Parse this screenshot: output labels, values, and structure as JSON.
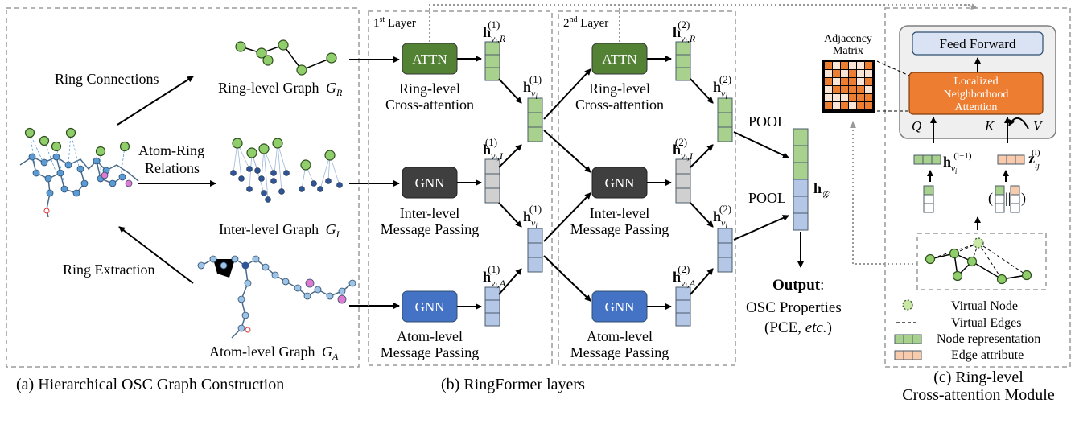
{
  "panel_a": {
    "caption": "(a) Hierarchical OSC Graph Construction",
    "arrow_ring_connections": "Ring Connections",
    "arrow_atom_ring_1": "Atom-Ring",
    "arrow_atom_ring_2": "Relations",
    "arrow_ring_extraction": "Ring Extraction",
    "ring_graph_label": "Ring-level Graph",
    "ring_graph_symbol": "G",
    "ring_graph_sub": "R",
    "inter_graph_label": "Inter-level Graph",
    "inter_graph_symbol": "G",
    "inter_graph_sub": "I",
    "atom_graph_label": "Atom-level Graph",
    "atom_graph_symbol": "G",
    "atom_graph_sub": "A"
  },
  "panel_b": {
    "caption": "(b) RingFormer layers",
    "layer1_prefix": "1",
    "layer1_sup": "st",
    "layer1_suffix": " Layer",
    "layer2_prefix": "2",
    "layer2_sup": "nd",
    "layer2_suffix": " Layer",
    "attn_label": "ATTN",
    "gnn_label": "GNN",
    "ring_cross_1": "Ring-level",
    "ring_cross_2": "Cross-attention",
    "inter_mp_1": "Inter-level",
    "inter_mp_2": "Message Passing",
    "atom_mp_1": "Atom-level",
    "atom_mp_2": "Message Passing",
    "h_bold": "h",
    "v_sym": "v",
    "i_sym": "i",
    "sub_R": "R",
    "sub_I": "I",
    "sub_A": "A",
    "sup_1": "(1)",
    "sup_2": "(2)",
    "pool_label": "POOL",
    "h_graph_sub": "𝒢",
    "output_bold": "Output",
    "output_colon": ":",
    "output_line2": "OSC Properties",
    "output_line3_a": "(PCE, ",
    "output_line3_b": "etc.",
    "output_line3_c": ")"
  },
  "panel_c": {
    "caption_1": "(c) Ring-level",
    "caption_2": "Cross-attention Module",
    "adjacency_1": "Adjacency",
    "adjacency_2": "Matrix",
    "feed_forward": "Feed Forward",
    "lna_1": "Localized",
    "lna_2": "Neighborhood",
    "lna_3": "Attention",
    "q_label": "Q",
    "k_label": "K",
    "v_label": "V",
    "h_sup": "(l−1)",
    "z_label": "z",
    "z_sub": "ij",
    "z_sup": "(l)",
    "legend_virtual_node": "Virtual Node",
    "legend_virtual_edges": "Virtual Edges",
    "legend_node_rep": "Node representation",
    "legend_edge_attr": "Edge attribute"
  },
  "colors": {
    "green_box": "#548235",
    "dark_box": "#3f3f3f",
    "blue_box": "#4472c4",
    "green_vec": "#a9d18e",
    "gray_vec": "#d0d0d0",
    "blue_vec": "#b4c7e7",
    "orange": "#ed7d31",
    "ff_fill": "#dae3f3",
    "module_bg": "#efefef"
  }
}
